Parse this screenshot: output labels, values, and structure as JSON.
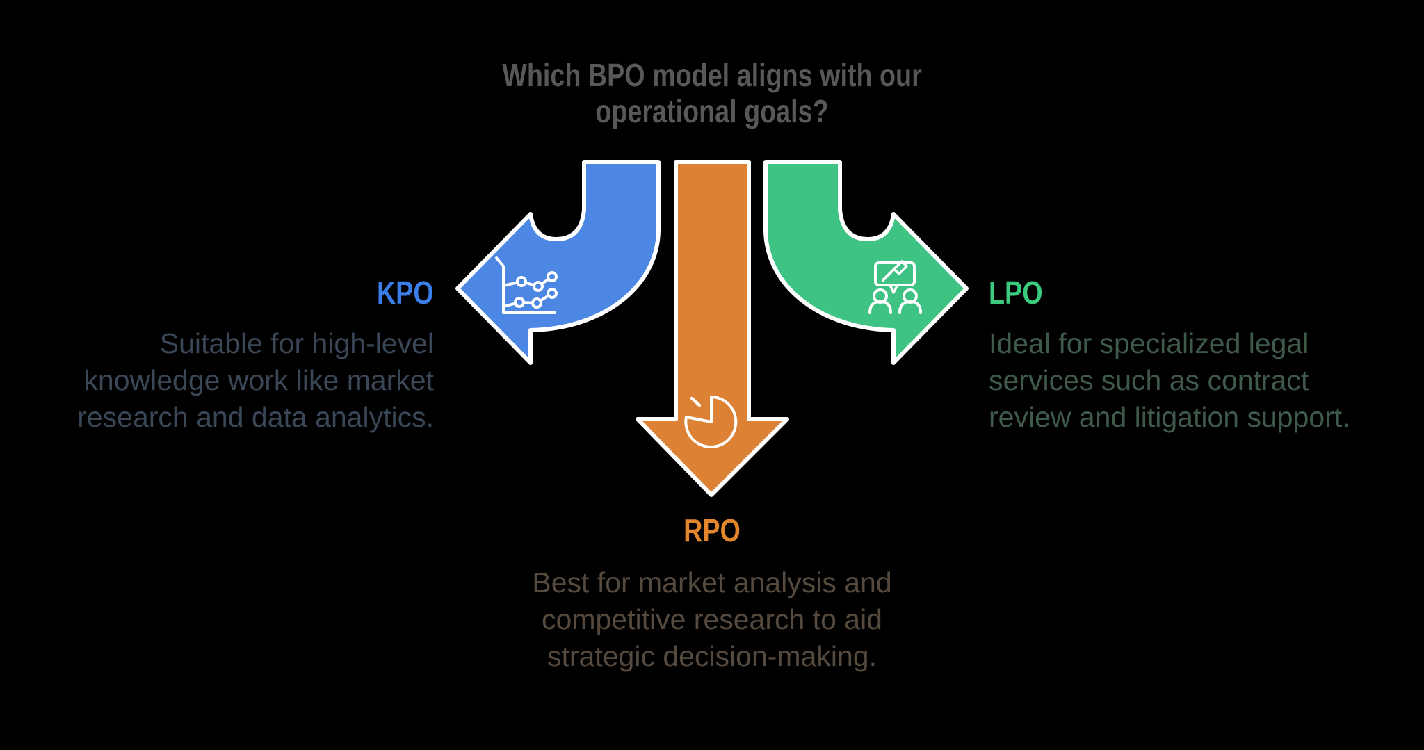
{
  "title": {
    "lines": [
      "Which BPO model aligns with our",
      "operational goals?"
    ]
  },
  "palette": {
    "background": "#000000",
    "outline_white": "#ffffff",
    "title_gray": "#57585a",
    "kpo_arrow_blue": "#4d87e4",
    "rpo_arrow_orange": "#dd8134",
    "lpo_arrow_green": "#3fc384",
    "kpo_label_color": "#3b7de9",
    "rpo_label_color": "#e1862d",
    "lpo_label_color": "#3bcb7e",
    "kpo_text_color": "#3a4757",
    "rpo_text_color": "#564a3e",
    "lpo_text_color": "#3f5a4a"
  },
  "branches": {
    "kpo": {
      "label": "KPO",
      "icon": "line-chart-icon",
      "direction": "left",
      "lines": [
        "Suitable for high-level",
        "knowledge work like market",
        "research and data analytics."
      ]
    },
    "rpo": {
      "label": "RPO",
      "icon": "pie-chart-icon",
      "direction": "down",
      "lines": [
        "Best for market analysis and",
        "competitive research to aid",
        "strategic decision-making."
      ]
    },
    "lpo": {
      "label": "LPO",
      "icon": "gavel-discussion-icon",
      "direction": "right",
      "lines": [
        "Ideal for specialized legal",
        "services such as contract",
        "review and litigation support."
      ]
    }
  }
}
